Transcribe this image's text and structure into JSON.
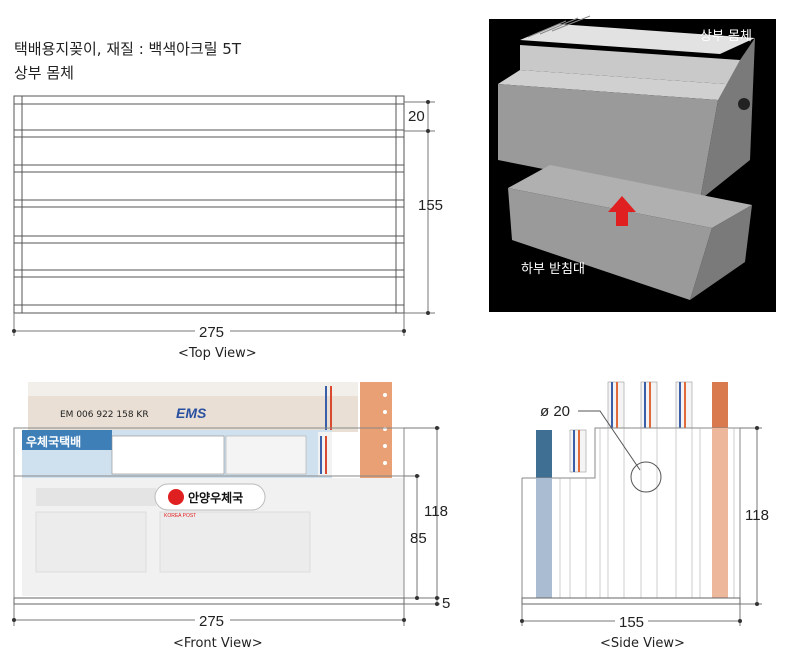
{
  "header": {
    "title_line1": "택배용지꽂이, 재질 : 백색아크릴 5T",
    "title_line2": "상부 몸체"
  },
  "top_view": {
    "dim_slot": "20",
    "dim_depth": "155",
    "dim_width": "275",
    "caption": "<Top View>"
  },
  "render_3d": {
    "label_upper": "상부 몸체",
    "label_lower": "하부 받침대"
  },
  "front_view": {
    "dim_height_total": "118",
    "dim_height_front": "85",
    "dim_base": "5",
    "dim_width": "275",
    "caption": "<Front View>",
    "slip_texts": {
      "brand": "우체국택배",
      "ems_number": "EM 006 922 158 KR",
      "ems": "EMS",
      "post_office": "안양우체국",
      "korea_post": "KOREA POST"
    }
  },
  "side_view": {
    "dim_hole": "ø 20",
    "dim_height": "118",
    "dim_width": "155",
    "caption": "<Side View>"
  },
  "colors": {
    "render_bg": "#000000",
    "box_front": "#9a9a9a",
    "arrow": "#e02020",
    "stripe_blue": "#3a5fa8",
    "stripe_orange": "#e06a3a",
    "side_blue": "#3f6f93",
    "side_orange": "#d87a4e"
  }
}
